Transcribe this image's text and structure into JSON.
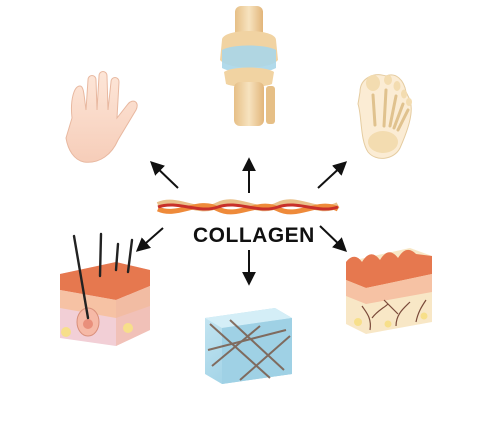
{
  "center_label": "COLLAGEN",
  "nodes": [
    {
      "id": "knee-joint",
      "icon": "knee-joint-icon"
    },
    {
      "id": "hand",
      "icon": "hand-icon"
    },
    {
      "id": "foot-bones",
      "icon": "foot-bones-icon"
    },
    {
      "id": "hair-skin",
      "icon": "hair-follicle-skin-icon"
    },
    {
      "id": "cartilage-cube",
      "icon": "fibrous-tissue-cube-icon"
    },
    {
      "id": "skin-layers",
      "icon": "skin-layers-icon"
    }
  ],
  "colors": {
    "arrow": "#111111",
    "fiber_red": "#c8302a",
    "fiber_orange": "#ee8a3a",
    "fiber_tan": "#e9c08a",
    "skin_top": "#e6784f",
    "skin_mid": "#f6c2a4",
    "skin_low": "#f2cfd6",
    "cartilage": "#a9d6e9",
    "bone": "#f0d7a8"
  }
}
